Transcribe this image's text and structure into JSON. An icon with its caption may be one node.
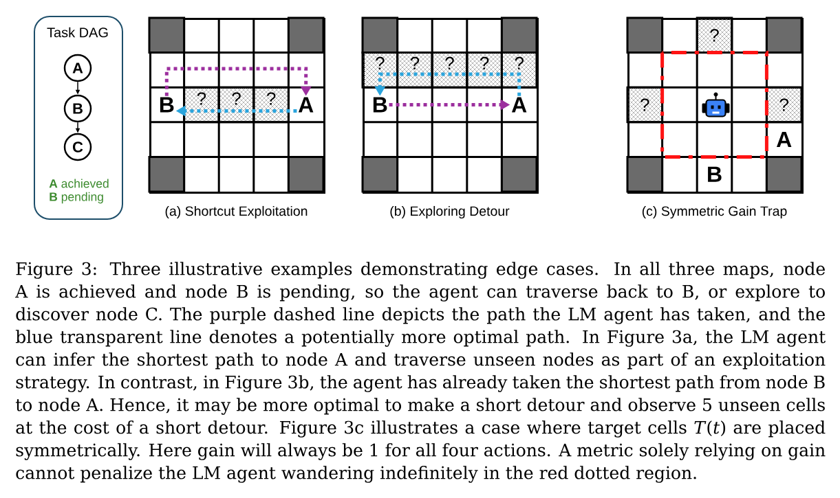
{
  "diagram": {
    "caption": "Figure 3: Three illustrative examples demonstrating edge cases. In all three maps, node A is achieved and node B is pending, so the agent can traverse back to B, or explore to discover node C. The purple dashed line depicts the path the LM agent has taken, and the blue transparent line denotes a potentially more optimal path. In Figure 3a, the LM agent can infer the shortest path to node A and traverse unseen nodes as part of an exploitation strategy. In contrast, in Figure 3b, the agent has already taken the shortest path from node B to node A. Hence, it may be more optimal to make a short detour and observe 5 unseen cells at the cost of a short detour. Figure 3c illustrates a case where target cells *T*(*t*) are placed symmetrically. Here gain will always be 1 for all four actions. A metric solely relying on gain cannot penalize the LM agent wandering indefinitely in the red dotted region.",
    "nodes": [
      {
        "text": [
          "Task DAG",
          "**A** achieved",
          "**B** pending"
        ]
      },
      {
        "text": [
          "A"
        ],
        "in": 0
      },
      {
        "text": [
          "B"
        ],
        "in": 0
      },
      {
        "text": [
          "C"
        ],
        "in": 0
      },
      {
        "text": [
          "(a) Shortcut Exploitation"
        ]
      },
      {
        "text": [
          "B"
        ],
        "in": 4
      },
      {
        "text": [
          "?"
        ],
        "in": 4
      },
      {
        "text": [
          "?"
        ],
        "in": 4
      },
      {
        "text": [
          "?"
        ],
        "in": 4
      },
      {
        "text": [
          "A"
        ],
        "in": 4
      },
      {
        "text": [
          "(b) Exploring Detour"
        ]
      },
      {
        "text": [
          "?"
        ],
        "in": 10
      },
      {
        "text": [
          "?"
        ],
        "in": 10
      },
      {
        "text": [
          "?"
        ],
        "in": 10
      },
      {
        "text": [
          "?"
        ],
        "in": 10
      },
      {
        "text": [
          "?"
        ],
        "in": 10
      },
      {
        "text": [
          "B"
        ],
        "in": 10
      },
      {
        "text": [
          "A"
        ],
        "in": 10
      },
      {
        "text": [
          "(c) Symmetric Gain Trap"
        ]
      },
      {
        "text": [
          "?"
        ],
        "in": 18
      },
      {
        "text": [
          "?"
        ],
        "in": 18
      },
      {
        "text": [
          "?"
        ],
        "in": 18
      },
      {
        "text": [
          "A"
        ],
        "in": 18
      },
      {
        "text": [
          "B"
        ],
        "in": 18
      }
    ],
    "edges": [
      {
        "from": 1,
        "to": 2,
        "arrow": "to"
      },
      {
        "from": 2,
        "to": 3,
        "arrow": "to"
      },
      {
        "from": 5,
        "to": 9,
        "arrow": "to",
        "style": "dashed",
        "color": "#9c2f9e"
      },
      {
        "from": 9,
        "to": 5,
        "arrow": "to",
        "style": "dashed",
        "color": "#2ba5dd"
      },
      {
        "from": 17,
        "to": 16,
        "arrow": "to",
        "style": "dashed",
        "color": "#2ba5dd"
      },
      {
        "from": 16,
        "to": 17,
        "arrow": "to",
        "style": "dashed",
        "color": "#9c2f9e"
      }
    ]
  }
}
